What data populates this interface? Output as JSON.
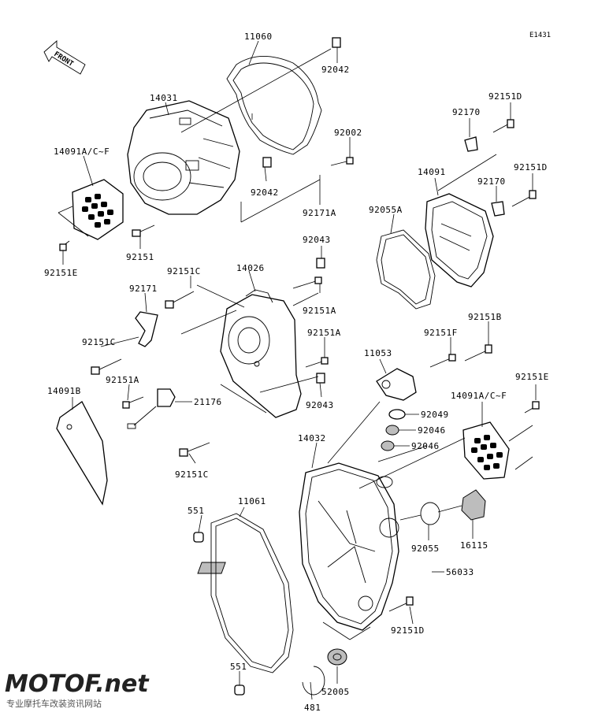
{
  "ref_code": "E1431",
  "front_label": "FRONT",
  "watermark": {
    "brand": "MOTOF.net",
    "tagline": "专业摩托车改装资讯网站"
  },
  "labels": [
    {
      "id": "11060",
      "text": "11060"
    },
    {
      "id": "92042a",
      "text": "92042"
    },
    {
      "id": "14031",
      "text": "14031"
    },
    {
      "id": "92002",
      "text": "92002"
    },
    {
      "id": "14091acf-top",
      "text": "14091A/C~F"
    },
    {
      "id": "92042b",
      "text": "92042"
    },
    {
      "id": "92171a",
      "text": "92171A"
    },
    {
      "id": "92151",
      "text": "92151"
    },
    {
      "id": "92151e-top",
      "text": "92151E"
    },
    {
      "id": "92151d-top",
      "text": "92151D"
    },
    {
      "id": "92170a",
      "text": "92170"
    },
    {
      "id": "14091",
      "text": "14091"
    },
    {
      "id": "92151d-mid",
      "text": "92151D"
    },
    {
      "id": "92170b",
      "text": "92170"
    },
    {
      "id": "92055a",
      "text": "92055A"
    },
    {
      "id": "92043a",
      "text": "92043"
    },
    {
      "id": "14026",
      "text": "14026"
    },
    {
      "id": "92151c-a",
      "text": "92151C"
    },
    {
      "id": "92171",
      "text": "92171"
    },
    {
      "id": "92151a-a",
      "text": "92151A"
    },
    {
      "id": "92151c-b",
      "text": "92151C"
    },
    {
      "id": "92151a-b",
      "text": "92151A"
    },
    {
      "id": "92151f",
      "text": "92151F"
    },
    {
      "id": "92151b",
      "text": "92151B"
    },
    {
      "id": "11053",
      "text": "11053"
    },
    {
      "id": "92151a-c",
      "text": "92151A"
    },
    {
      "id": "92043b",
      "text": "92043"
    },
    {
      "id": "14091b",
      "text": "14091B"
    },
    {
      "id": "21176",
      "text": "21176"
    },
    {
      "id": "92151e-right",
      "text": "92151E"
    },
    {
      "id": "14091acf-right",
      "text": "14091A/C~F"
    },
    {
      "id": "92049",
      "text": "92049"
    },
    {
      "id": "92046a",
      "text": "92046"
    },
    {
      "id": "92046b",
      "text": "92046"
    },
    {
      "id": "14032",
      "text": "14032"
    },
    {
      "id": "92151c-c",
      "text": "92151C"
    },
    {
      "id": "551a",
      "text": "551"
    },
    {
      "id": "11061",
      "text": "11061"
    },
    {
      "id": "92055",
      "text": "92055"
    },
    {
      "id": "16115",
      "text": "16115"
    },
    {
      "id": "56033",
      "text": "56033"
    },
    {
      "id": "92151d-bot",
      "text": "92151D"
    },
    {
      "id": "551b",
      "text": "551"
    },
    {
      "id": "52005",
      "text": "52005"
    },
    {
      "id": "481",
      "text": "481"
    }
  ]
}
